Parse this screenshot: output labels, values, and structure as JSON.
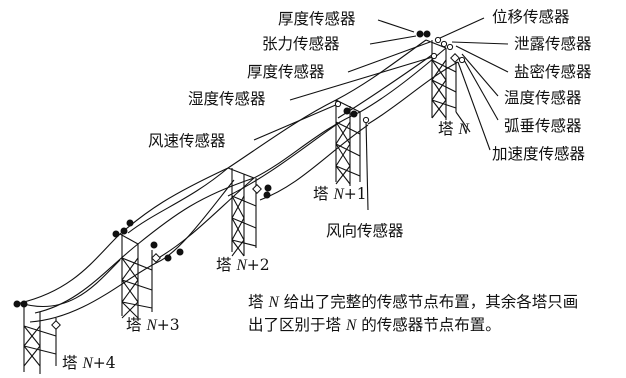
{
  "labels": {
    "thickness_top": "厚度传感器",
    "tension": "张力传感器",
    "thickness_mid": "厚度传感器",
    "humidity": "湿度传感器",
    "wind_speed": "风速传感器",
    "displacement": "位移传感器",
    "leakage": "泄露传感器",
    "salt_density": "盐密传感器",
    "temperature": "温度传感器",
    "sag": "弧垂传感器",
    "acceleration": "加速度传感器",
    "wind_direction": "风向传感器"
  },
  "towers": [
    {
      "prefix": "塔 ",
      "var": "N",
      "suffix": ""
    },
    {
      "prefix": "塔 ",
      "var": "N",
      "suffix": "+1"
    },
    {
      "prefix": "塔 ",
      "var": "N",
      "suffix": "+2"
    },
    {
      "prefix": "塔 ",
      "var": "N",
      "suffix": "+3"
    },
    {
      "prefix": "塔 ",
      "var": "N",
      "suffix": "+4"
    }
  ],
  "note": {
    "t1": "塔 ",
    "v1": "N",
    "t2": " 给出了完整的传感节点布置，其余各塔只画出了区别于塔 ",
    "v2": "N",
    "t3": " 的传感器节点布置。"
  },
  "colors": {
    "line": "#111111",
    "background": "#ffffff"
  }
}
